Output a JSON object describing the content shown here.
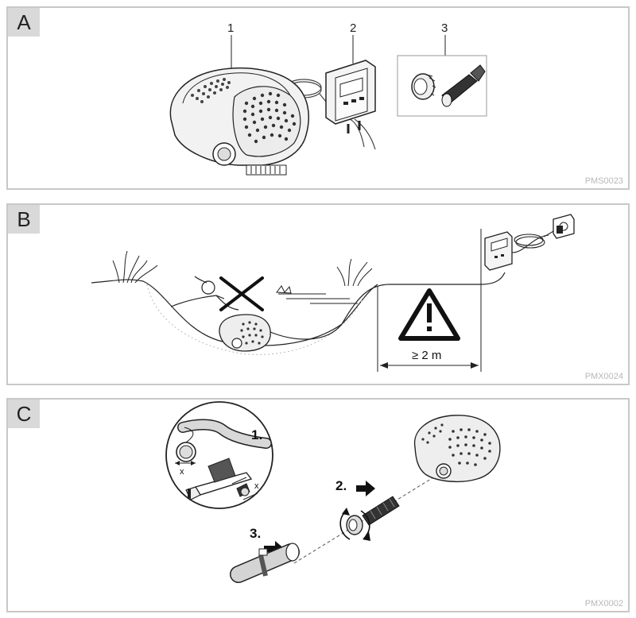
{
  "panels": [
    {
      "label": "A",
      "code": "PMS0023",
      "callouts": [
        "1",
        "2",
        "3"
      ]
    },
    {
      "label": "B",
      "code": "PMX0024",
      "distance": "≥ 2 m"
    },
    {
      "label": "C",
      "code": "PMX0002",
      "steps": [
        "1.",
        "2.",
        "3."
      ],
      "dimension": "x"
    }
  ]
}
